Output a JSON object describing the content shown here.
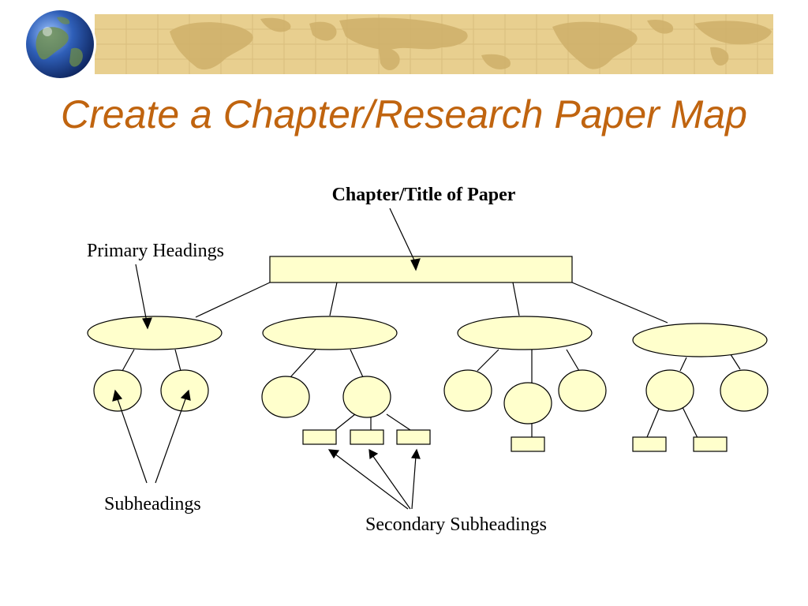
{
  "slide": {
    "title": "Create a Chapter/Research Paper Map",
    "title_color": "#C0640F"
  },
  "banner": {
    "map_color": "#E8CF8F",
    "land_color": "#CFB06A",
    "grid_color": "#D9BE7C",
    "globe_icon": "globe-icon"
  },
  "diagram": {
    "node_fill": "#FFFFCC",
    "node_stroke": "#000000",
    "labels": {
      "chapter_title": "Chapter/Title of Paper",
      "primary_headings": "Primary Headings",
      "subheadings": "Subheadings",
      "secondary_subheadings": "Secondary Subheadings"
    }
  }
}
